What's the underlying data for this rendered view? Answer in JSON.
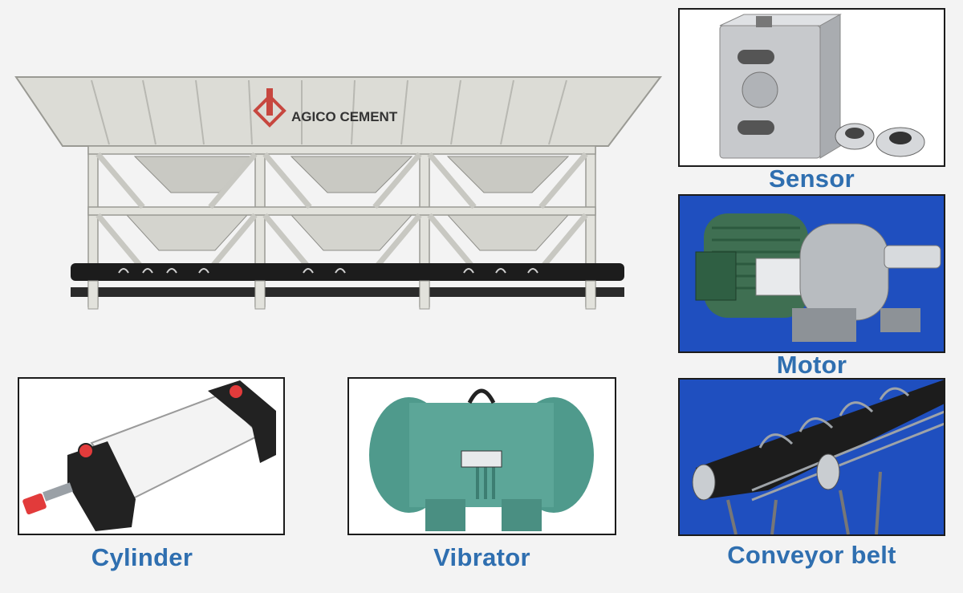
{
  "brand": {
    "name": "AGICO CEMENT",
    "color": "#333333",
    "logo_color": "#c7473f"
  },
  "captions": {
    "sensor": "Sensor",
    "motor": "Motor",
    "conveyor_belt": "Conveyor belt",
    "cylinder": "Cylinder",
    "vibrator": "Vibrator"
  },
  "colors": {
    "caption": "#2f6fb0",
    "panel_border": "#1b1b1b",
    "photo_background_blue": "#1f4fbf",
    "frame_steel": "#d8d8d2",
    "belt": "#1c1c1c",
    "vibrator_green": "#4f9a8c",
    "motor_green": "#3f6f52",
    "cylinder_red": "#e23b3b"
  }
}
